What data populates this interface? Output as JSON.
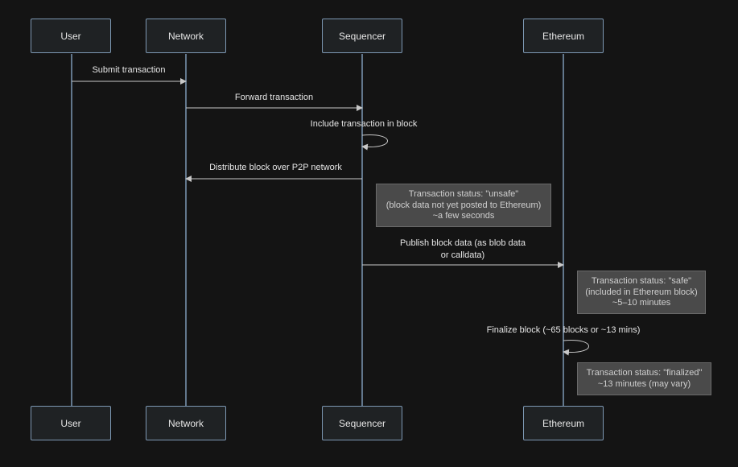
{
  "actors": [
    "User",
    "Network",
    "Sequencer",
    "Ethereum"
  ],
  "messages": [
    {
      "label": "Submit transaction"
    },
    {
      "label": "Forward transaction"
    },
    {
      "label": "Include transaction in block"
    },
    {
      "label": "Distribute block over P2P network"
    },
    {
      "label": "Publish block data (as blob data\nor calldata)"
    },
    {
      "label": "Finalize block (~65 blocks or ~13 mins)"
    }
  ],
  "notes": [
    {
      "text": "Transaction status: \"unsafe\"\n(block data not yet posted to Ethereum)\n~a few seconds"
    },
    {
      "text": "Transaction status: \"safe\"\n(included in Ethereum block)\n~5–10 minutes"
    },
    {
      "text": "Transaction status: \"finalized\"\n~13 minutes (may vary)"
    }
  ],
  "colors": {
    "background": "#141414",
    "lifeline": "#7d98b3",
    "arrow": "#c8c8c8",
    "note_fill": "#4a4a4a"
  }
}
